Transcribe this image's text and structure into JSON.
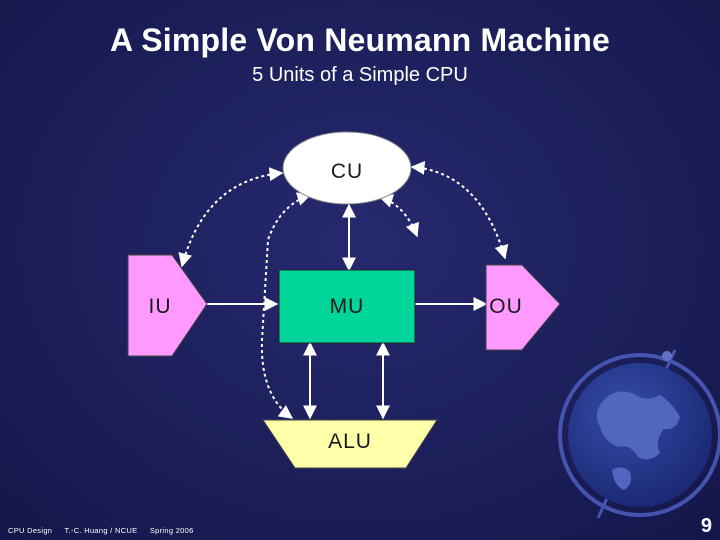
{
  "slide": {
    "title": "A Simple Von Neumann Machine",
    "subtitle": "5 Units of a Simple CPU"
  },
  "units": {
    "cu": "CU",
    "iu": "IU",
    "mu": "MU",
    "ou": "OU",
    "alu": "ALU"
  },
  "footer": {
    "course": "CPU Design",
    "author": "T.-C. Huang / NCUE",
    "term": "Spring 2006"
  },
  "page_number": "9",
  "colors": {
    "background": "#1c1f5a",
    "cu_fill": "#ffffff",
    "io_fill": "#ff99ff",
    "mu_fill": "#00d59a",
    "alu_fill": "#ffffaa"
  }
}
